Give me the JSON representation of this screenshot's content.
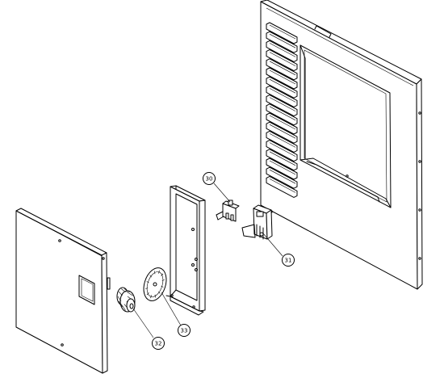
{
  "callouts": [
    {
      "id": "30",
      "label": "30"
    },
    {
      "id": "31",
      "label": "31"
    },
    {
      "id": "32",
      "label": "32"
    },
    {
      "id": "33",
      "label": "33"
    }
  ],
  "colors": {
    "line": "#000000",
    "background": "#ffffff"
  }
}
